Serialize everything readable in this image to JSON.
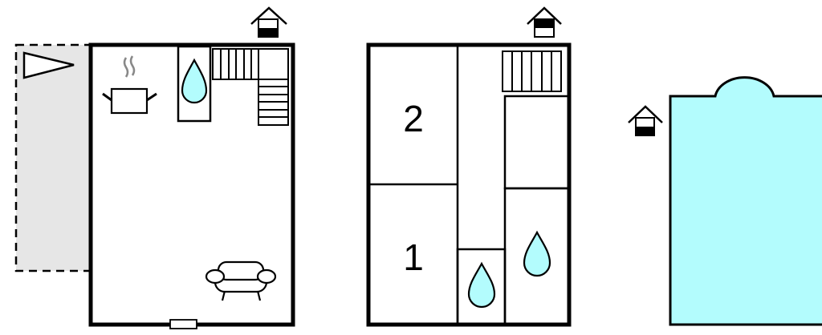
{
  "floors": [
    {
      "name": "ground-floor",
      "rooms": []
    },
    {
      "name": "upper-floor",
      "rooms": [
        {
          "label": "2"
        },
        {
          "label": "1"
        }
      ]
    },
    {
      "name": "pool-area",
      "rooms": []
    }
  ],
  "colors": {
    "wall": "#000000",
    "water": "#b3fcfd",
    "terrace": "#e6e6e6",
    "steam": "#888888"
  },
  "icons": [
    "entrance-house-icon",
    "terrace-arrow-icon",
    "kitchen-pot-icon",
    "shower-drop-icon",
    "stairs-icon",
    "sofa-icon",
    "door-icon",
    "pool-icon"
  ]
}
